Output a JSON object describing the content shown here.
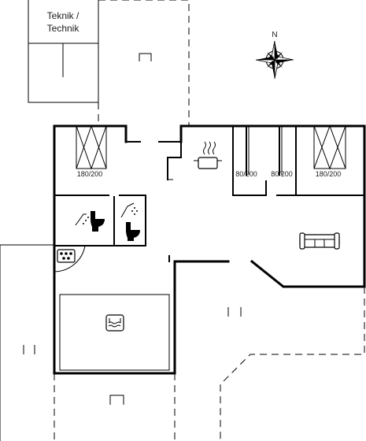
{
  "rooms": {
    "technik_line1": "Teknik /",
    "technik_line2": "Technik",
    "bed_left": "180/200",
    "bed_mid1": "80/200",
    "bed_mid2": "80/200",
    "bed_right": "180/200"
  },
  "compass": {
    "north": "N"
  },
  "icons": [
    "compass-rose-icon",
    "cooking-pot-icon",
    "shower-icon",
    "toilet-icon",
    "whirlpool-icon",
    "sofa-icon",
    "pool-icon",
    "chair-icon"
  ]
}
